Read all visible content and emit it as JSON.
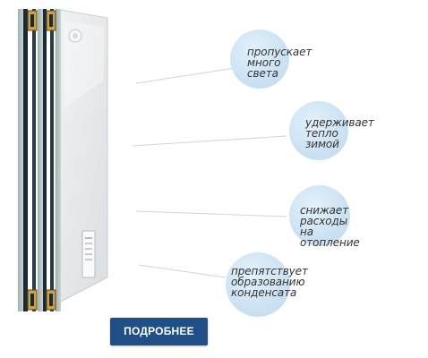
{
  "features": [
    {
      "label": "пропускает\nмного света"
    },
    {
      "label": "удерживает\nтепло зимой"
    },
    {
      "label": "снижает расходы\nна отопление"
    },
    {
      "label": "препятствует\nобразованию\nконденсата"
    }
  ],
  "more_button": {
    "label": "ПОДРОБНЕЕ"
  },
  "colors": {
    "button_background": "#1f4f85",
    "feature_circle": "#cde3f4",
    "frame_dark": "#1c2a36",
    "spacer_gold": "#c9a24a"
  }
}
